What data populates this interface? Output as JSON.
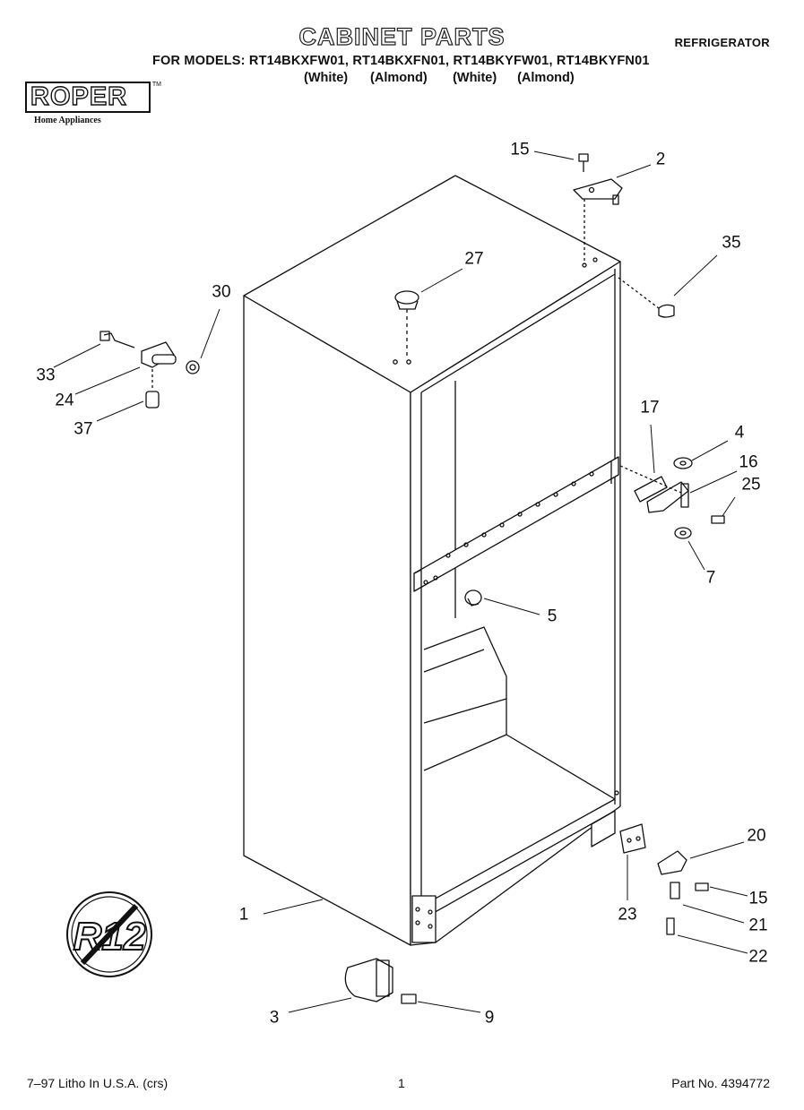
{
  "header": {
    "title": "CABINET PARTS",
    "category": "REFRIGERATOR",
    "models_line": "FOR MODELS: RT14BKXFW01, RT14BKXFN01, RT14BKYFW01, RT14BKYFN01",
    "colors": [
      "(White)",
      "(Almond)",
      "(White)",
      "(Almond)"
    ]
  },
  "brand": {
    "name": "ROPER",
    "tm": "TM",
    "subtitle": "Home Appliances"
  },
  "badge": {
    "text": "R12"
  },
  "callouts": {
    "c1": "1",
    "c2": "2",
    "c3": "3",
    "c4": "4",
    "c5": "5",
    "c7": "7",
    "c9": "9",
    "c15a": "15",
    "c15b": "15",
    "c16": "16",
    "c17": "17",
    "c20": "20",
    "c21": "21",
    "c22": "22",
    "c23": "23",
    "c24": "24",
    "c25": "25",
    "c27": "27",
    "c30": "30",
    "c33": "33",
    "c35": "35",
    "c37": "37"
  },
  "footer": {
    "print_info": "7–97 Litho In U.S.A. (crs)",
    "page": "1",
    "part_no": "Part No. 4394772"
  }
}
